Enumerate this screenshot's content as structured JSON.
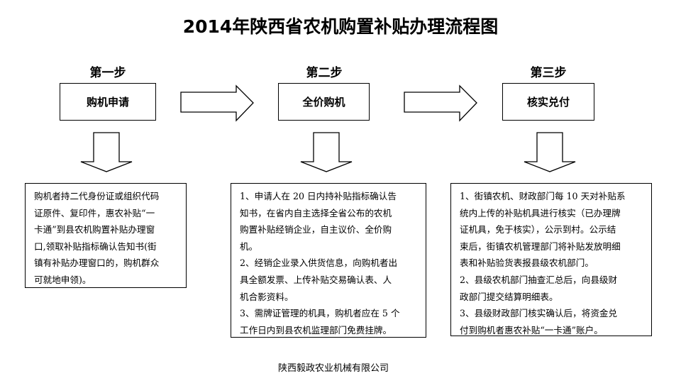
{
  "title": "2014年陕西省农机购置补贴办理流程图",
  "steps": [
    {
      "label": "第一步",
      "box": "购机申请",
      "lines": [
        "购机者持二代身份证或组织代码",
        "证原件、复印件，惠农补贴“一",
        "卡通”到县农机购置补贴办理窗",
        "口,领取补贴指标确认告知书(街",
        "镇有补贴办理窗口的，购机群众",
        "可就地申领)。"
      ]
    },
    {
      "label": "第二步",
      "box": "全价购机",
      "lines": [
        "1、申请人在 20 日内持补贴指标确认告",
        "知书，在省内自主选择全省公布的农机",
        "购置补贴经销企业，自主议价、全价购",
        "机。",
        "2、经销企业录入供货信息，向购机者出",
        "具全额发票、上传补贴交易确认表、人",
        "机合影资料。",
        "3、需牌证管理的机具，购机者应在 5 个",
        "工作日内到县农机监理部门免费挂牌。"
      ]
    },
    {
      "label": "第三步",
      "box": "核实兑付",
      "lines": [
        "1、街镇农机、财政部门每 10 天对补贴系",
        "统内上传的补贴机具进行核实（已办理牌",
        "证机具，免于核实），公示到村。公示结",
        "束后，街镇农机管理部门将补贴发放明细",
        "表和补贴验货表报县级农机部门。",
        "2、县级农机部门抽查汇总后，向县级财",
        "政部门提交结算明细表。",
        "3、县级财政部门核实确认后，将资金兑",
        "付到购机者惠农补贴“一卡通”账户。"
      ]
    }
  ],
  "footer": "陕西毅政农业机械有限公司"
}
